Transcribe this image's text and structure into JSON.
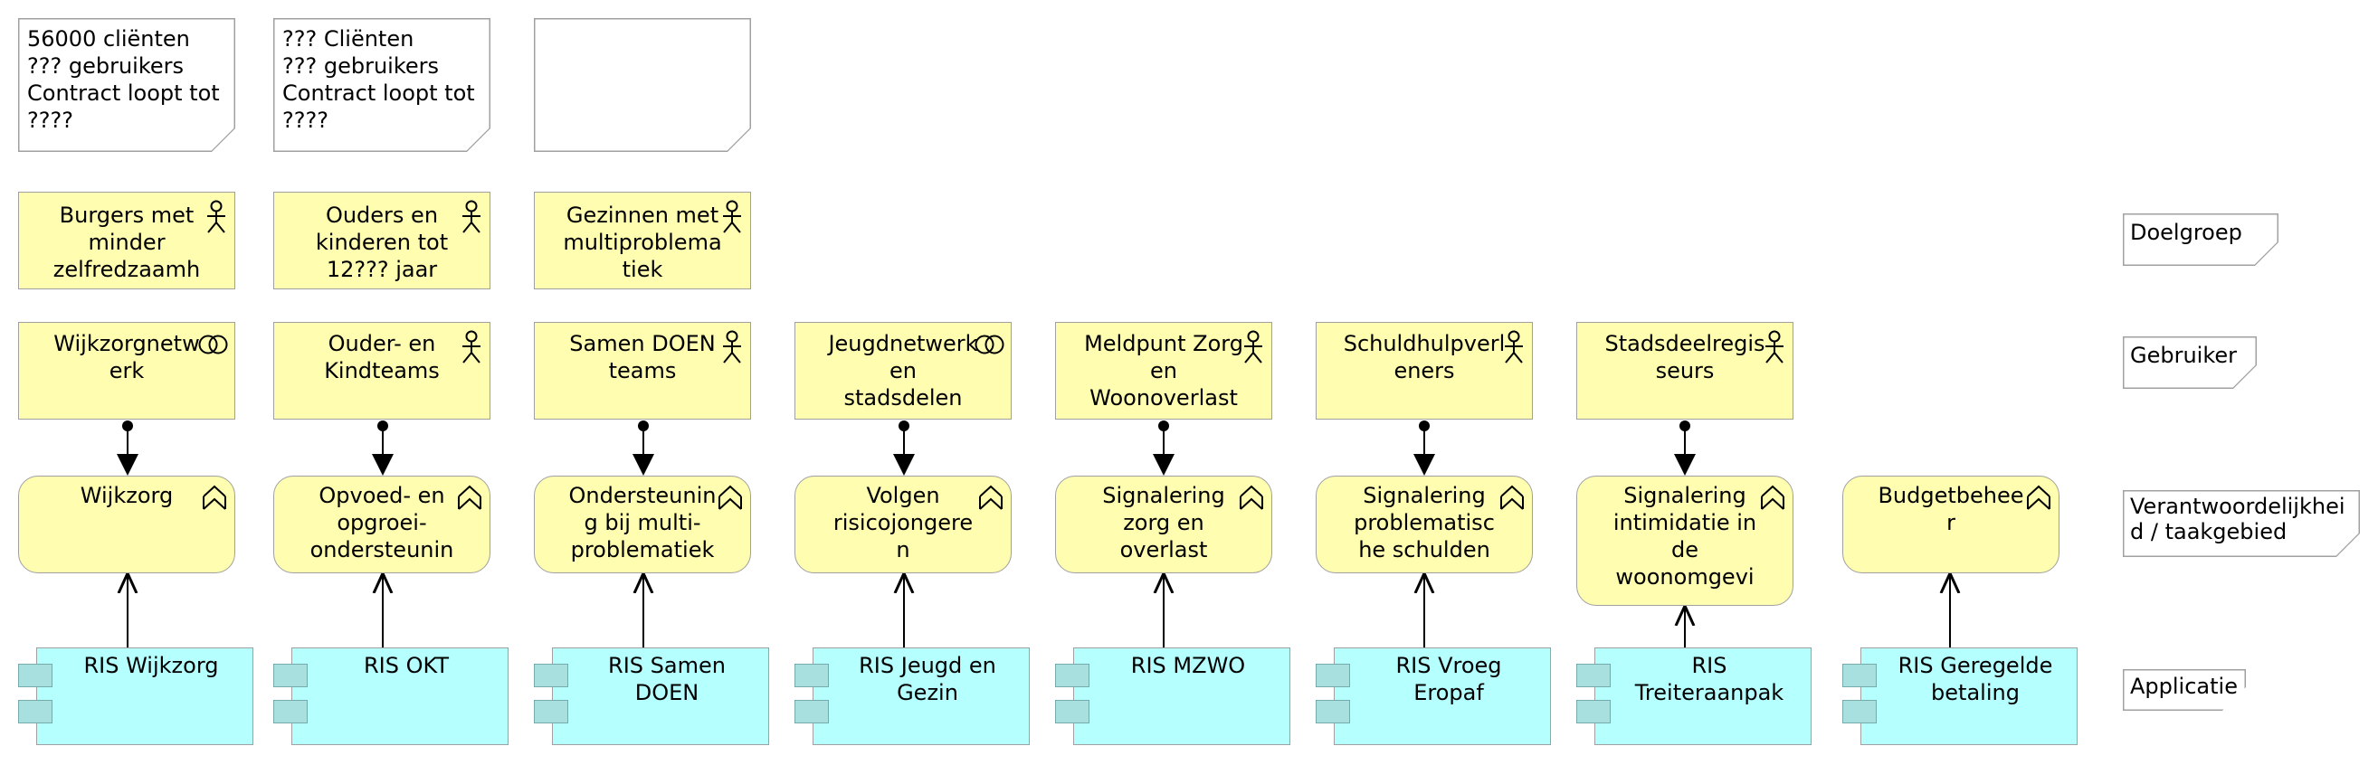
{
  "notes": [
    {
      "id": "note-1",
      "text": "56000 cliënten\n??? gebruikers\nContract loopt tot\n????"
    },
    {
      "id": "note-2",
      "text": "??? Cliënten\n??? gebruikers\nContract loopt tot\n????"
    },
    {
      "id": "note-3",
      "text": ""
    }
  ],
  "doelgroepen": [
    {
      "label": "Burgers met\nminder\nzelfredzaamh",
      "icon": "actor-icon"
    },
    {
      "label": "Ouders en\nkinderen tot\n12??? jaar",
      "icon": "actor-icon"
    },
    {
      "label": "Gezinnen met\nmultiproblema\ntiek",
      "icon": "actor-icon"
    }
  ],
  "gebruikers": [
    {
      "label": "Wijkzorgnetw\nerk",
      "icon": "collaboration-icon"
    },
    {
      "label": "Ouder- en\nKindteams",
      "icon": "actor-icon"
    },
    {
      "label": "Samen DOEN\nteams",
      "icon": "actor-icon"
    },
    {
      "label": "Jeugdnetwerk\nen\nstadsdelen",
      "icon": "collaboration-icon"
    },
    {
      "label": "Meldpunt Zorg\nen\nWoonoverlast",
      "icon": "actor-icon"
    },
    {
      "label": "Schuldhulpverl\neners",
      "icon": "actor-icon"
    },
    {
      "label": "Stadsdeelregis\nseurs",
      "icon": "actor-icon"
    }
  ],
  "services": [
    {
      "label": "Wijkzorg",
      "icon": "service-chevron-icon"
    },
    {
      "label": "Opvoed- en\nopgroei-\nondersteunin",
      "icon": "service-chevron-icon"
    },
    {
      "label": "Ondersteunin\ng bij multi-\nproblematiek",
      "icon": "service-chevron-icon"
    },
    {
      "label": "Volgen\nrisicojongere\nn",
      "icon": "service-chevron-icon"
    },
    {
      "label": "Signalering\nzorg en\noverlast",
      "icon": "service-chevron-icon"
    },
    {
      "label": "Signalering\nproblematisc\nhe schulden",
      "icon": "service-chevron-icon"
    },
    {
      "label": "Signalering\nintimidatie in\nde\nwoonomgevi",
      "icon": "service-chevron-icon"
    },
    {
      "label": "Budgetbehee\nr",
      "icon": "service-chevron-icon"
    }
  ],
  "applicaties": [
    {
      "label": "RIS Wijkzorg",
      "icon": "component-icon"
    },
    {
      "label": "RIS OKT",
      "icon": "component-icon"
    },
    {
      "label": "RIS Samen\nDOEN",
      "icon": "component-icon"
    },
    {
      "label": "RIS Jeugd en\nGezin",
      "icon": "component-icon"
    },
    {
      "label": "RIS MZWO",
      "icon": "component-icon"
    },
    {
      "label": "RIS Vroeg\nEropaf",
      "icon": "component-icon"
    },
    {
      "label": "RIS\nTreiteraanpak",
      "icon": "component-icon"
    },
    {
      "label": "RIS Geregelde\nbetaling",
      "icon": "component-icon"
    }
  ],
  "legend": [
    {
      "id": "legend-doelgroep",
      "text": "Doelgroep"
    },
    {
      "id": "legend-gebruiker",
      "text": "Gebruiker"
    },
    {
      "id": "legend-verantwoordelijkheid",
      "text": "Verantwoordelijkhei\nd / taakgebied"
    },
    {
      "id": "legend-applicatie",
      "text": "Applicatie"
    }
  ],
  "colors": {
    "actor_fill": "#fffdb0",
    "service_fill": "#fffdb0",
    "application_fill": "#b5ffff",
    "component_tab_fill": "#a8e0e0",
    "border": "#a0a0a0",
    "connector": "#000000"
  }
}
